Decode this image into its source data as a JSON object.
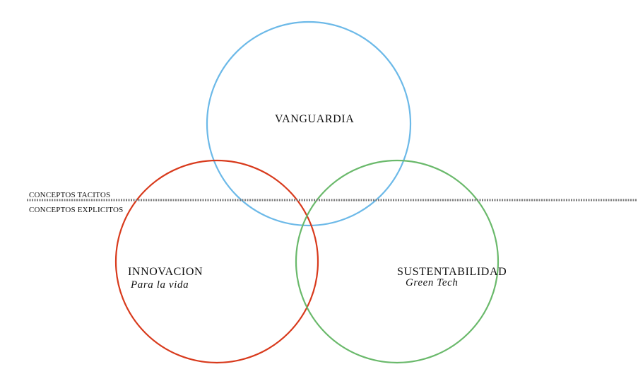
{
  "colors": {
    "blue": "#6cb9e8",
    "red": "#d83a1c",
    "green": "#6ab96b",
    "divider": "#7a7a7a"
  },
  "divider": {
    "upper_label": "CONCEPTOS TACITOS",
    "lower_label": "CONCEPTOS EXPLICITOS"
  },
  "circles": {
    "vanguardia": {
      "title": "VANGUARDIA"
    },
    "innovacion": {
      "title": "INNOVACION",
      "subtitle": "Para la vida"
    },
    "sustentabilidad": {
      "title": "SUSTENTABILIDAD",
      "subtitle": "Green Tech"
    }
  }
}
